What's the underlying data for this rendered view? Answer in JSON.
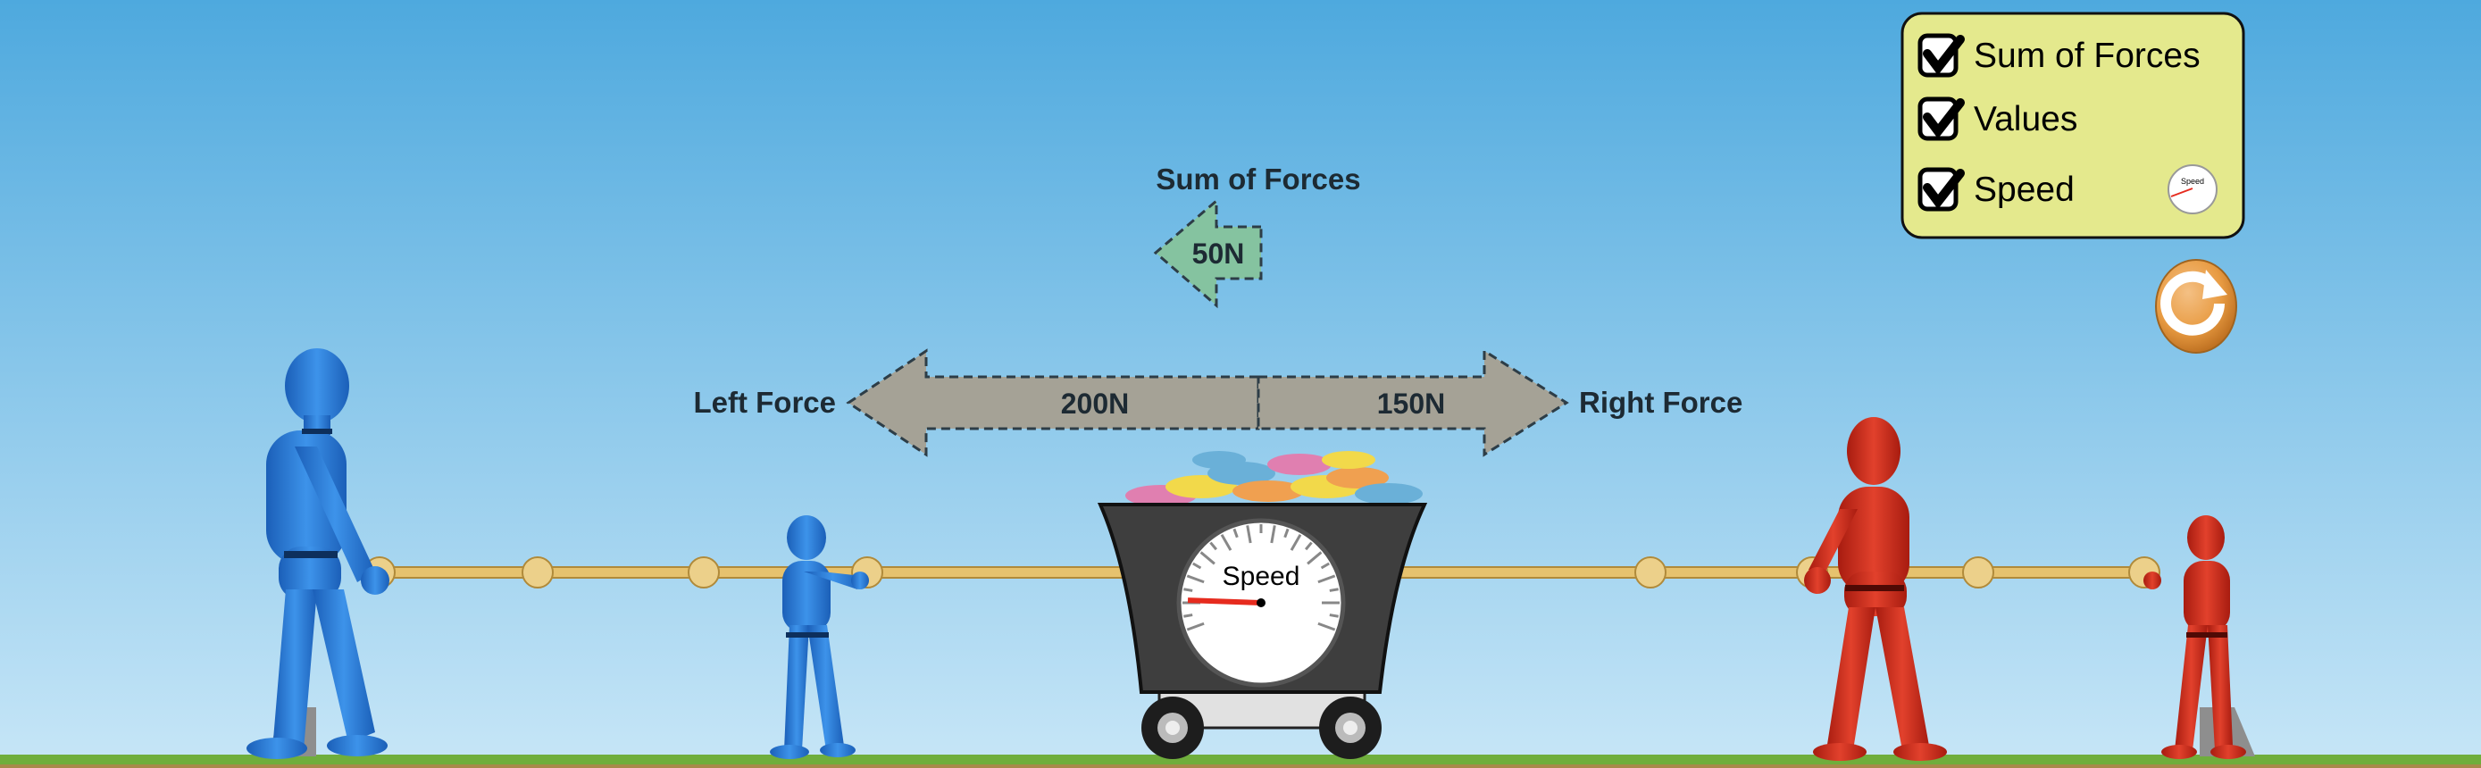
{
  "sum_of_forces": {
    "title": "Sum of Forces",
    "value": "50N",
    "direction": "left"
  },
  "forces": {
    "left_label": "Left Force",
    "left_value": "200N",
    "right_label": "Right Force",
    "right_value": "150N"
  },
  "cart": {
    "speedometer_label": "Speed",
    "speed_gauge_fraction": 0.1
  },
  "control_panel": {
    "options": [
      {
        "label": "Sum of Forces",
        "checked": true
      },
      {
        "label": "Values",
        "checked": true
      },
      {
        "label": "Speed",
        "checked": true
      }
    ],
    "speed_icon_label": "Speed"
  },
  "colors": {
    "sky_top": "#4ea9de",
    "sky_bottom": "#c7e6f7",
    "panel": "#e4e98d",
    "sum_arrow": "#85c3a0",
    "force_arrow": "#a5a296",
    "left_team": "#2f7fd8",
    "right_team": "#d8321f",
    "reset": "#e89b42"
  }
}
